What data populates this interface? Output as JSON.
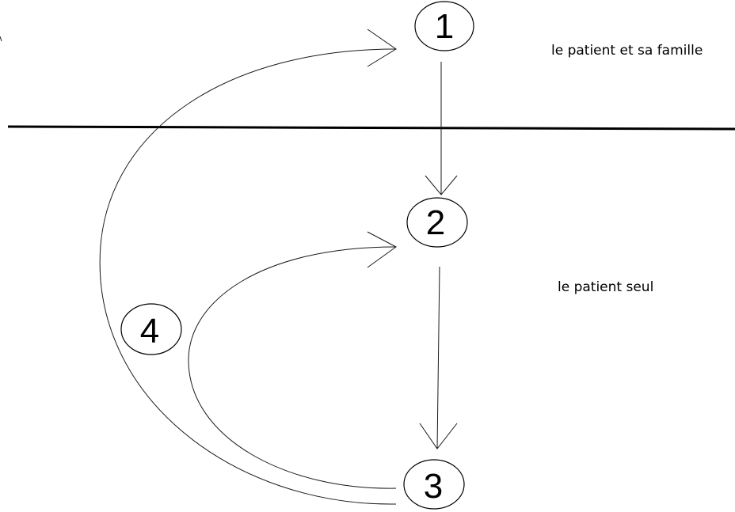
{
  "nodes": {
    "n1": {
      "label": "1"
    },
    "n2": {
      "label": "2"
    },
    "n3": {
      "label": "3"
    },
    "n4": {
      "label": "4"
    }
  },
  "zones": {
    "upper": {
      "label": "le patient et sa famille"
    },
    "lower": {
      "label": "le patient seul"
    }
  },
  "colors": {
    "stroke": "#000000",
    "background": "#ffffff"
  }
}
